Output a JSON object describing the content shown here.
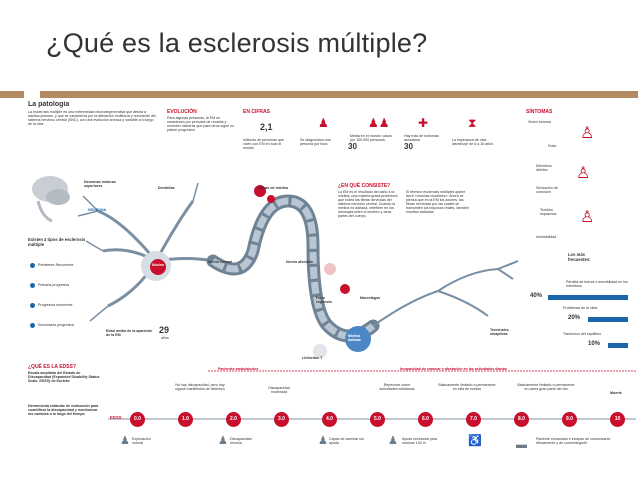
{
  "slide": {
    "title": "¿Qué es la esclerosis múltiple?",
    "accent": "#b38a62"
  },
  "infographic": {
    "colors": {
      "red": "#c8102e",
      "blue": "#1a66a8",
      "grey": "#6b7b8a"
    },
    "heading": "La patología",
    "intro": "La esclerosis múltiple es una enfermedad neurodegenerativa que afecta a adultos jóvenes, y que se caracteriza por la alteración multifocal y recurrente del sistema nervioso central (SNC), con una evolución crónica y variable a lo largo de la vida",
    "neurons_label": "Neuronas motoras superiores",
    "neuron_label": "NEURONA",
    "types_title": "Existen 4 tipos de esclerosis múltiple",
    "types": [
      "Remitente-Recurrente",
      "Primaria progresiva",
      "Progresiva recurrente",
      "Secundaria progresiva"
    ],
    "evolucion": {
      "title": "EVOLUCIÓN",
      "text": "Para algunas personas, la EM se caracteriza por periodos de recaída y remisión mientras que para otros sigue un patrón progresivo"
    },
    "en_cifras": {
      "title": "EN CIFRAS",
      "items": [
        {
          "value": "2,1",
          "text": "millones de personas que viven con EM en todo el mundo"
        },
        {
          "value": "",
          "text": "Se diagnostica una persona por hora"
        },
        {
          "value": "30",
          "text": "Media en el mundo: casos por 100.000 personas"
        },
        {
          "value": "30",
          "text": "Hay más de síntomas asociados"
        },
        {
          "value": "",
          "text": "La esperanza de vida disminuye de 5 a 15 años"
        }
      ]
    },
    "sintomas": {
      "title": "SÍNTOMAS",
      "items": [
        "Visión borrosa",
        "Dolor",
        "Miembros débiles",
        "Sensación de corrosión",
        "Temblor, espasmos",
        "Inestabilidad"
      ],
      "frequent_title": "Los más frecuentes:",
      "frequent": [
        {
          "label": "Pérdida de fuerza o sensibilidad en los miembros",
          "value": "40%",
          "percent": 40
        },
        {
          "label": "Problemas de la vista",
          "value": "20%",
          "percent": 20
        },
        {
          "label": "Trastornos del equilibrio",
          "value": "10%",
          "percent": 10
        }
      ]
    },
    "neuron_parts": {
      "dendritas": "Dendritas",
      "nucleo": "Núcleo",
      "vainas": "Vainas de mielina",
      "nervio_normal": "Nervio normal",
      "nervio_afectado": "Nervio afectado",
      "fibra": "Fibra expuesta",
      "edad": "Edad media de la aparición de la EM",
      "edad_valor": "29",
      "edad_unidad": "años",
      "linfocitos": "Linfocitos T",
      "macrofagos": "Macrófagos",
      "terminales": "Terminales sinápticas",
      "mielina": "Mielina dañada"
    },
    "en_que_consiste": {
      "title": "¿EN QUÉ CONSISTE?",
      "text1": "La EM es el resultado del daño a la mielina, una materia grasa protectora que rodea las fibras nerviosas del sistema nervioso central. Cuando la mielina es dañada, interfiere en los mensajes entre el cerebro y otras partes del cuerpo.",
      "text2": "El término esclerosis múltiples quiere decir «muchas cicatrices». Ahora se piensa que en la EM los axones, las fibras nerviosas por las cuales se transmiten los impulsos reales, también resultan dañadas"
    },
    "edss": {
      "title": "¿QUÉ ES LA EDSS?",
      "text1": "Escala ampliada del Estado de Discapacidad (Expanded Disability Status Scale, EDSS) de Kurtzke",
      "text2": "Herramienta estándar de evaluación para cuantificar la discapacidad y monitorizar los cambios a lo largo del tiempo",
      "ambulatorios": "Pacientes ambulatorios",
      "incapacidad": "Incapacidad de caminar y afectación en las actividades diarias",
      "label": "EDSS",
      "steps": [
        "0.0",
        "1.0",
        "2.0",
        "3.0",
        "4.0",
        "5.0",
        "6.0",
        "7.0",
        "8.0",
        "9.0",
        "10"
      ],
      "top_notes": [
        "No hay discapacidad, pero hay signos manifiestos de deterioro",
        "Discapacidad moderada",
        "Repercute sobre actividades cotidianas",
        "Básicamente limitado a permanecer en silla de ruedas",
        "Básicamente limitado a permanecer en cama gran parte del día",
        "Muerte"
      ],
      "bottom_notes": [
        "Exploración normal",
        "Discapacidad mínima",
        "Capaz de caminar sin ayuda",
        "Ayuda necesaria para caminar 100 m",
        "Paciente encamado e incapaz de comunicarse eficazmente y de comer/deglutir"
      ]
    }
  }
}
